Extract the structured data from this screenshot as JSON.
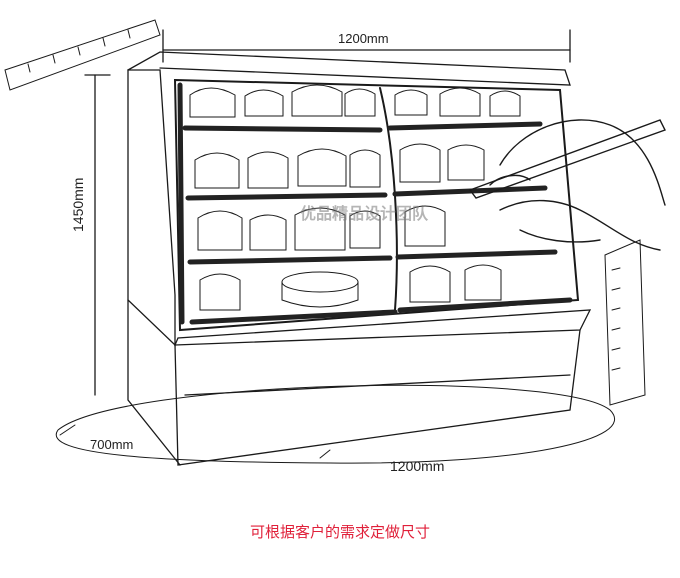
{
  "dimensions": {
    "top_width": "1200mm",
    "height": "1450mm",
    "depth": "700mm",
    "bottom_width": "1200mm"
  },
  "caption": "可根据客户的需求定做尺寸",
  "watermark": "优品精品设计团队",
  "colors": {
    "line": "#1a1a1a",
    "caption": "#e0203a",
    "shelf_edge": "#222222"
  }
}
